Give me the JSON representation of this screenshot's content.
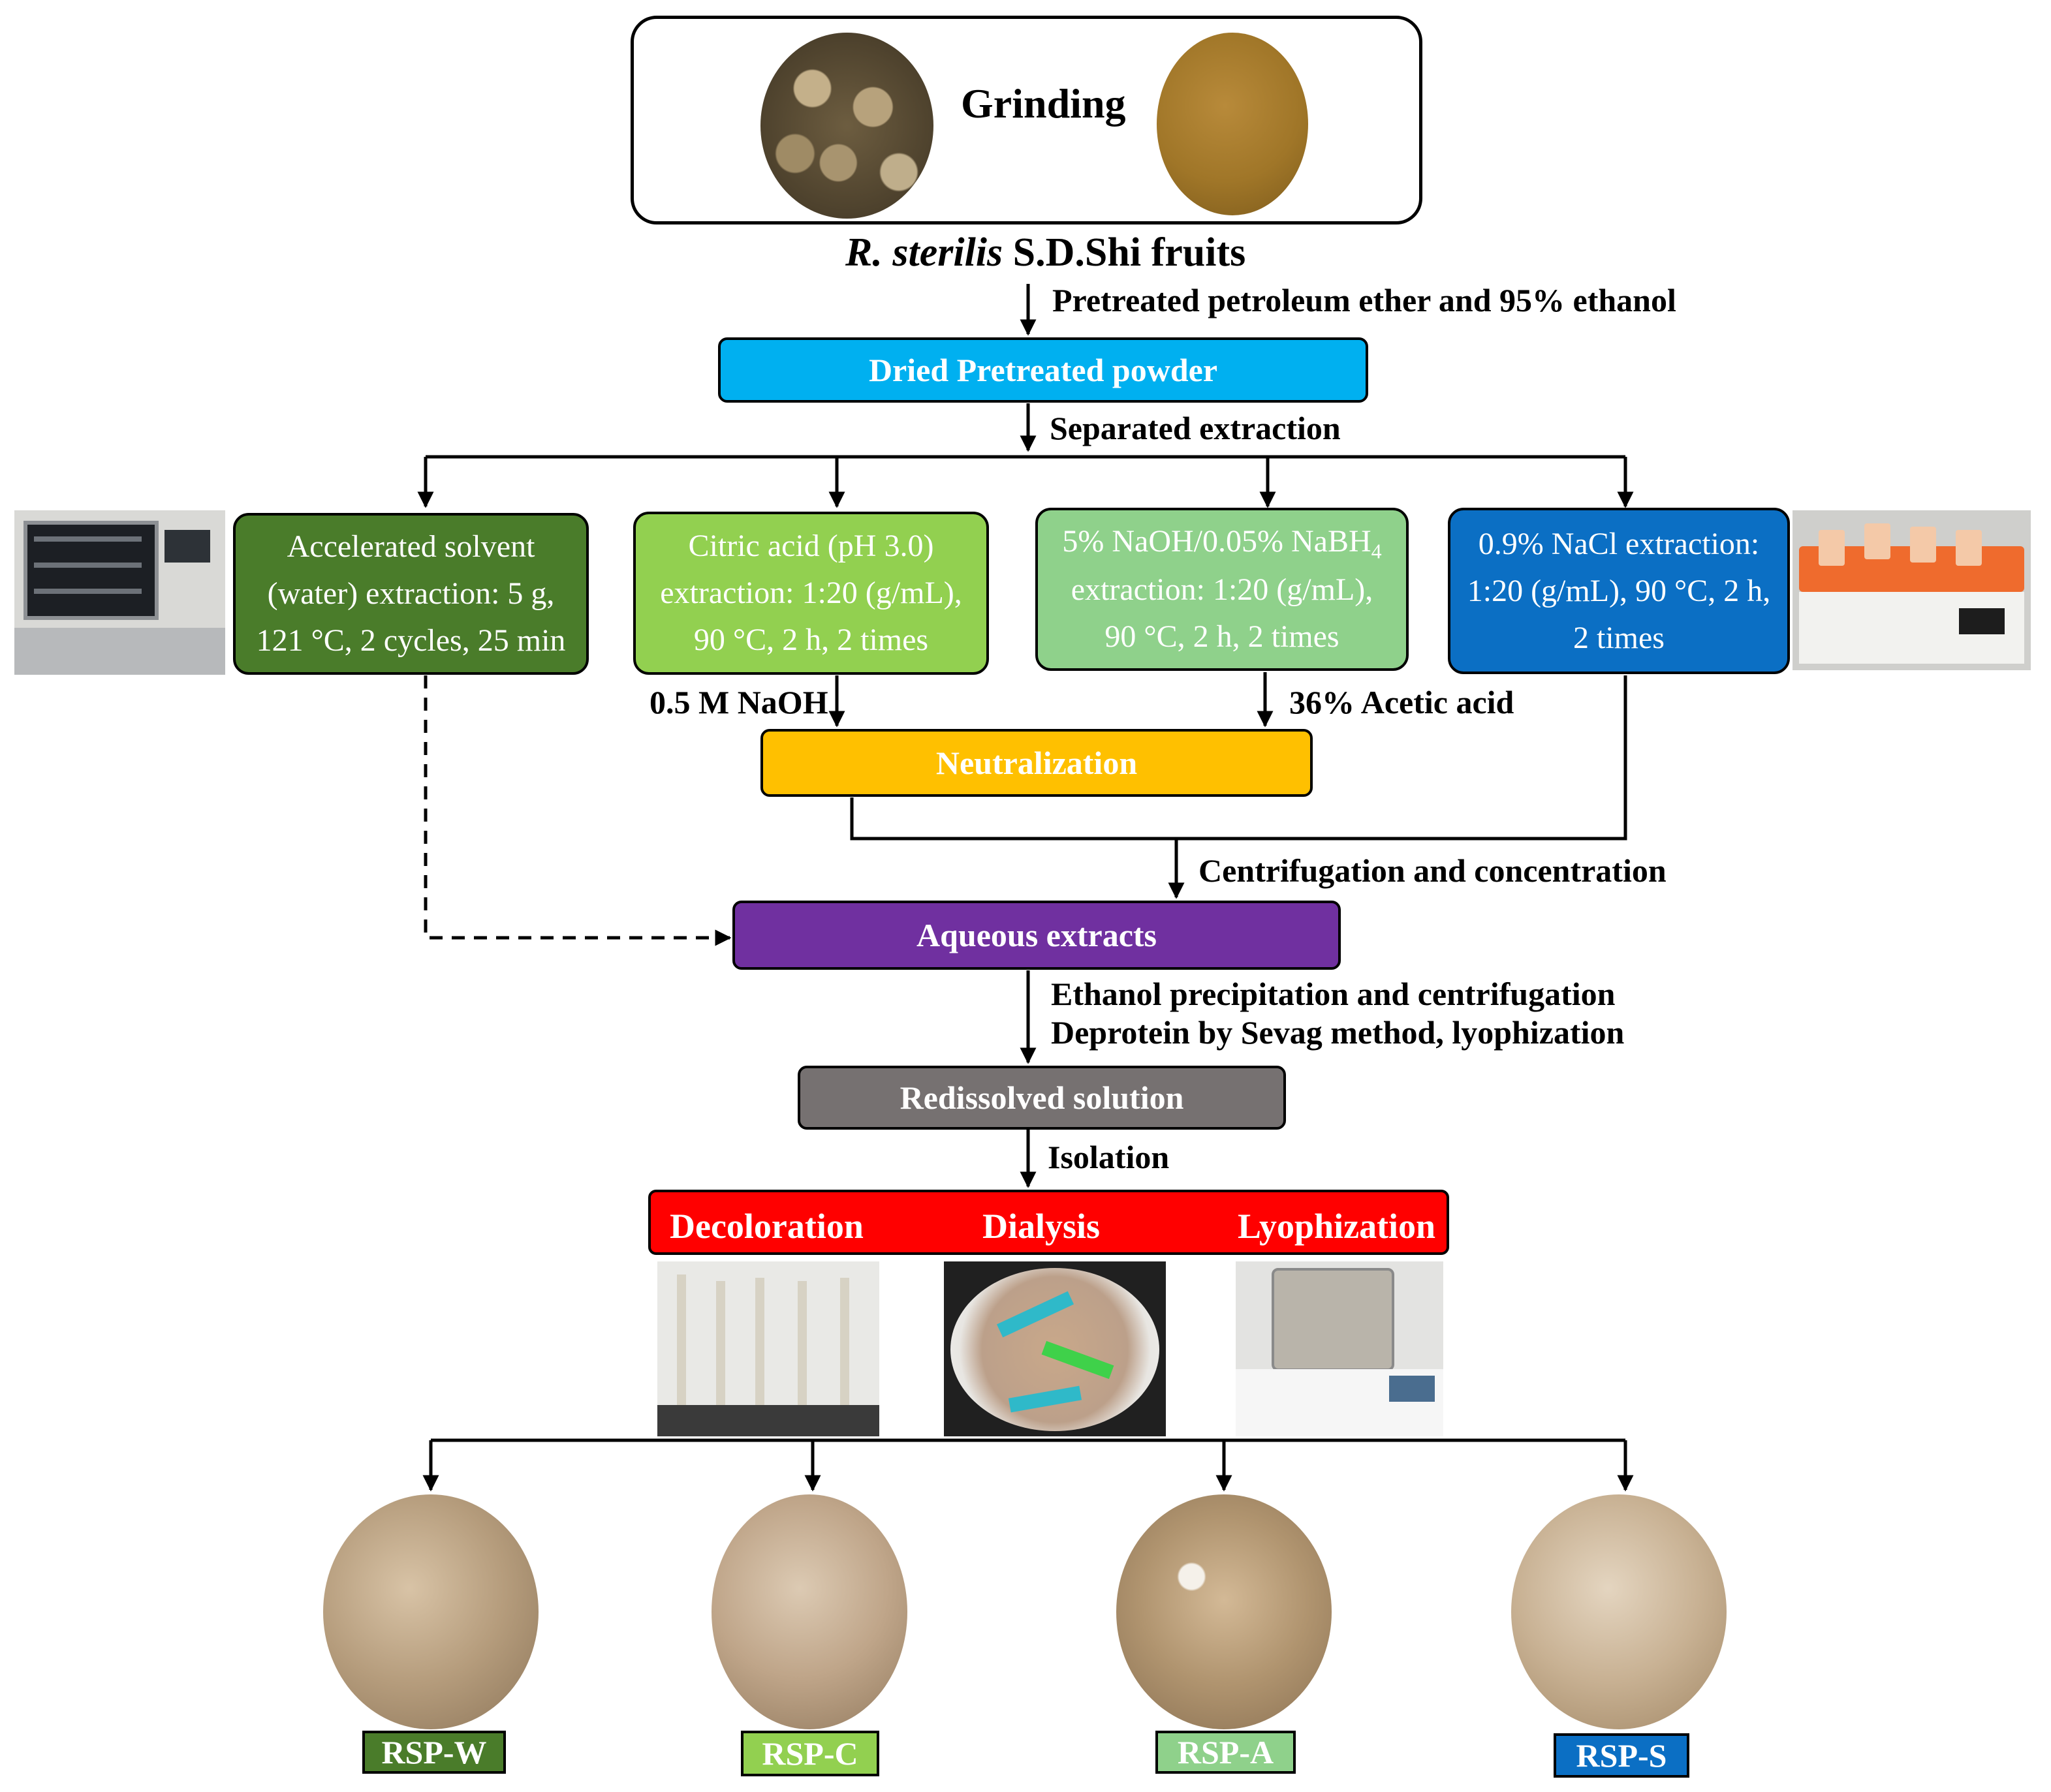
{
  "top": {
    "step_label": "Grinding",
    "species_italic": "R. sterilis",
    "species_rest": "S.D.Shi fruits"
  },
  "pretreatment_label": "Pretreated petroleum ether and 95% ethanol",
  "dried_box": "Dried Pretreated powder",
  "separated_label": "Separated extraction",
  "methods": [
    {
      "lines": [
        "Accelerated solvent",
        "(water) extraction: 5 g,",
        "121 °C, 2 cycles, 25 min"
      ],
      "color": "#4a7c2a"
    },
    {
      "lines": [
        "Citric acid (pH 3.0)",
        "extraction: 1:20 (g/mL),",
        "90 °C, 2 h, 2 times"
      ],
      "color": "#92d050"
    },
    {
      "line1_main": "5% NaOH/0.05% NaBH",
      "line1_sub": "4",
      "lines": [
        "extraction: 1:20 (g/mL),",
        "90 °C, 2 h, 2 times"
      ],
      "color": "#8fd18b"
    },
    {
      "lines": [
        "0.9% NaCl extraction:",
        "1:20 (g/mL), 90 °C, 2 h,",
        "2 times"
      ],
      "color": "#0b6fc4"
    }
  ],
  "naoh_label": "0.5 M NaOH",
  "acetic_label": "36% Acetic acid",
  "neutralization_box": "Neutralization",
  "centrifugation_label": "Centrifugation and  concentration",
  "aqueous_box": "Aqueous extracts",
  "ethanol_label": "Ethanol precipitation and centrifugation",
  "deprotein_label": "Deprotein by Sevag method, lyophization",
  "redissolved_box": "Redissolved solution",
  "isolation_label": "Isolation",
  "pipeline": [
    "Decoloration",
    "Dialysis",
    "Lyophization"
  ],
  "products": [
    {
      "name": "RSP-W",
      "color": "#4a7c2a"
    },
    {
      "name": "RSP-C",
      "color": "#92d050"
    },
    {
      "name": "RSP-A",
      "color": "#8fd18b"
    },
    {
      "name": "RSP-S",
      "color": "#0b6fc4"
    }
  ],
  "colors": {
    "dried": "#00b0f0",
    "neutralization": "#ffc000",
    "aqueous": "#7030a0",
    "redissolved": "#767171",
    "pipeline": "#ff0000",
    "arrow_red": "#e00000"
  }
}
